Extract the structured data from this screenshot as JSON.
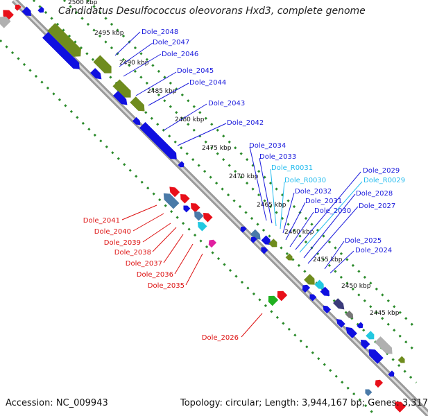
{
  "title": "Candidatus Desulfococcus oleovorans Hxd3, complete genome",
  "footer": {
    "accession": "Accession: NC_009943",
    "summary": "Topology: circular; Length: 3,944,167 bp; Genes: 3,317"
  },
  "colors": {
    "backbone": "#9a9a9a",
    "tick": "#2a8a2a",
    "blue_label": "#1a1adc",
    "cyan_label": "#22bbee",
    "red_label": "#dd1111"
  },
  "scale_labels": [
    "2500 kbp",
    "2495 kbp",
    "2490 kbp",
    "2485 kbp",
    "2480 kbp",
    "2475 kbp",
    "2470 kbp",
    "2465 kbp",
    "2460 kbp",
    "2455 kbp",
    "2450 kbp",
    "2445 kbp"
  ],
  "labels_right": [
    {
      "text": "Dole_2048",
      "color": "blue"
    },
    {
      "text": "Dole_2047",
      "color": "blue"
    },
    {
      "text": "Dole_2046",
      "color": "blue"
    },
    {
      "text": "Dole_2045",
      "color": "blue"
    },
    {
      "text": "Dole_2044",
      "color": "blue"
    },
    {
      "text": "Dole_2043",
      "color": "blue"
    },
    {
      "text": "Dole_2042",
      "color": "blue"
    },
    {
      "text": "Dole_2034",
      "color": "blue"
    },
    {
      "text": "Dole_2033",
      "color": "blue"
    },
    {
      "text": "Dole_R0031",
      "color": "cyan"
    },
    {
      "text": "Dole_R0030",
      "color": "cyan"
    },
    {
      "text": "Dole_2032",
      "color": "blue"
    },
    {
      "text": "Dole_2031",
      "color": "blue"
    },
    {
      "text": "Dole_2030",
      "color": "blue"
    },
    {
      "text": "Dole_2029",
      "color": "blue"
    },
    {
      "text": "Dole_R0029",
      "color": "cyan"
    },
    {
      "text": "Dole_2028",
      "color": "blue"
    },
    {
      "text": "Dole_2027",
      "color": "blue"
    },
    {
      "text": "Dole_2025",
      "color": "blue"
    },
    {
      "text": "Dole_2024",
      "color": "blue"
    }
  ],
  "labels_left": [
    {
      "text": "Dole_2041",
      "color": "red"
    },
    {
      "text": "Dole_2040",
      "color": "red"
    },
    {
      "text": "Dole_2039",
      "color": "red"
    },
    {
      "text": "Dole_2038",
      "color": "red"
    },
    {
      "text": "Dole_2037",
      "color": "red"
    },
    {
      "text": "Dole_2036",
      "color": "red"
    },
    {
      "text": "Dole_2035",
      "color": "red"
    },
    {
      "text": "Dole_2026",
      "color": "red"
    }
  ]
}
